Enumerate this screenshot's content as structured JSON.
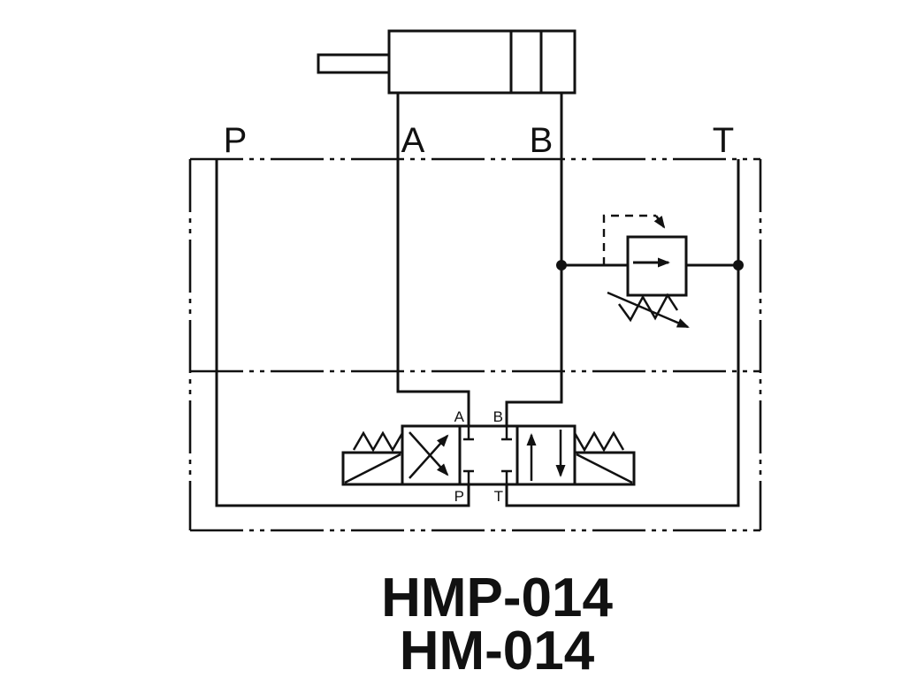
{
  "diagram": {
    "type": "hydraulic-schematic",
    "top_ports": {
      "p": "P",
      "a": "A",
      "b": "B",
      "t": "T"
    },
    "valve_ports": {
      "a": "A",
      "b": "B",
      "p": "P",
      "t": "T"
    },
    "titles": {
      "model_1": "HMP-014",
      "model_2": "HM-014"
    },
    "colors": {
      "line": "#111111",
      "background": "#ffffff"
    },
    "components": {
      "cylinder": "hydraulic-cylinder",
      "relief_valve": "pilot-operated-pressure-relief-valve-adjustable",
      "directional_valve": "4-3-solenoid-spring-centered-directional-valve"
    }
  }
}
